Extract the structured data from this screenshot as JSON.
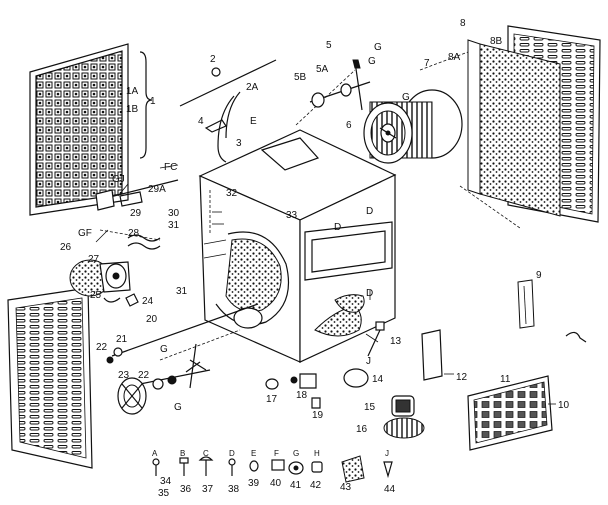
{
  "labels": {
    "l1": "1",
    "l1A": "1A",
    "l1B": "1B",
    "l2": "2",
    "l2A": "2A",
    "l3": "3",
    "l4": "4",
    "l5": "5",
    "l5A": "5A",
    "l5B": "5B",
    "lG1": "G",
    "lG2": "G",
    "lG3": "G",
    "l6": "6",
    "l7": "7",
    "l8": "8",
    "l8A": "8A",
    "l8B": "8B",
    "lFC": "FC",
    "lGJ": "GJ",
    "lGF": "GF",
    "l29": "29",
    "l29A": "29A",
    "l26": "26",
    "l27": "27",
    "l28": "28",
    "l25": "25",
    "l24": "24",
    "l30": "30",
    "l31a": "31",
    "l31b": "31",
    "l32": "32",
    "l33": "33",
    "lD1": "D",
    "lD2": "D",
    "lD3": "D",
    "lE": "E",
    "l20": "20",
    "l21": "21",
    "l22a": "22",
    "l22b": "22",
    "l23": "23",
    "lG4": "G",
    "lG5": "G",
    "l17": "17",
    "l18": "18",
    "l19": "19",
    "lJ": "J",
    "l13": "13",
    "l14": "14",
    "l15": "15",
    "l16": "16",
    "l12": "12",
    "l11": "11",
    "l10": "10",
    "l9": "9",
    "hA": "A",
    "hB": "B",
    "hC": "C",
    "hD": "D",
    "hE": "E",
    "hF": "F",
    "hG": "G",
    "hH": "H",
    "hJ": "J",
    "h34": "34",
    "h35": "35",
    "h36": "36",
    "h37": "37",
    "h38": "38",
    "h39": "39",
    "h40": "40",
    "h41": "41",
    "h42": "42",
    "h43": "43",
    "h44": "44"
  }
}
